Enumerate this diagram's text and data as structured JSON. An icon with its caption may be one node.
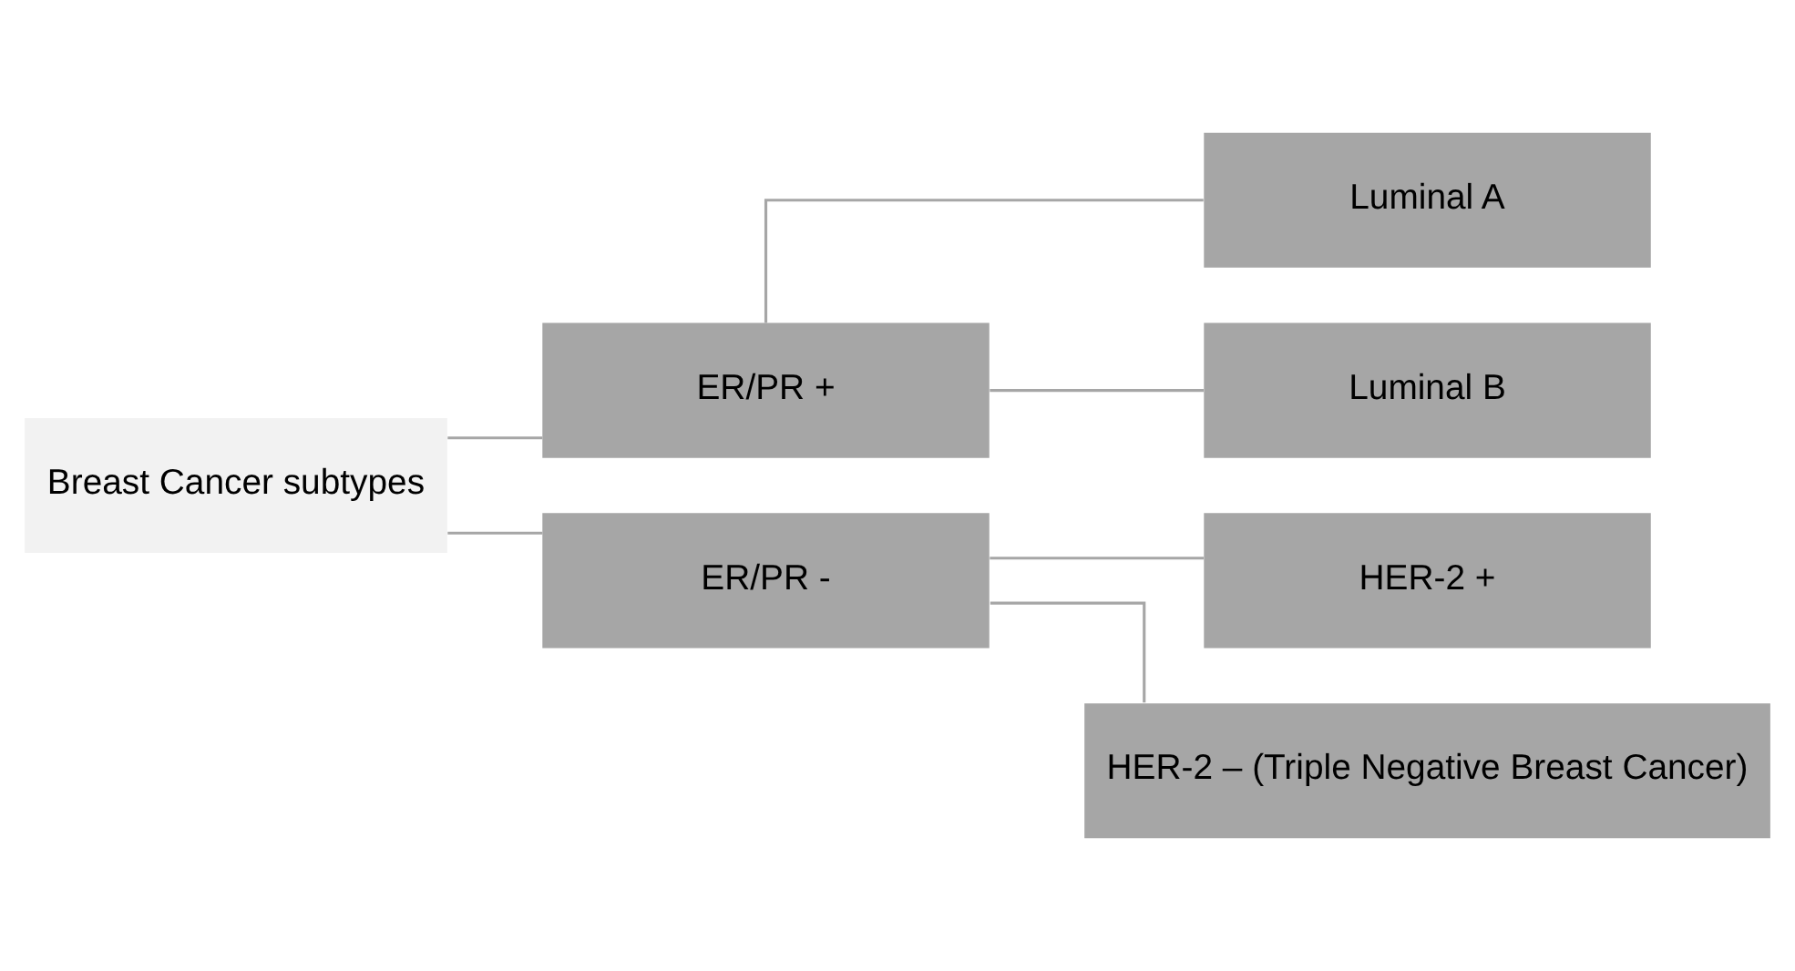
{
  "diagram": {
    "nodes": [
      {
        "text": [
          "Breast Cancer subtypes"
        ]
      },
      {
        "text": [
          "ER/PR +"
        ]
      },
      {
        "text": [
          "ER/PR -"
        ]
      },
      {
        "text": [
          "Luminal A"
        ]
      },
      {
        "text": [
          "Luminal B"
        ]
      },
      {
        "text": [
          "HER-2 +"
        ]
      },
      {
        "text": [
          "HER-2 – (Triple Negative Breast Cancer)"
        ]
      }
    ],
    "edges": [
      {
        "from": 0,
        "to": 1,
        "arrow": "none"
      },
      {
        "from": 0,
        "to": 2,
        "arrow": "none"
      },
      {
        "from": 1,
        "to": 3,
        "arrow": "none"
      },
      {
        "from": 1,
        "to": 4,
        "arrow": "none"
      },
      {
        "from": 2,
        "to": 5,
        "arrow": "none"
      },
      {
        "from": 2,
        "to": 6,
        "arrow": "none"
      }
    ]
  }
}
